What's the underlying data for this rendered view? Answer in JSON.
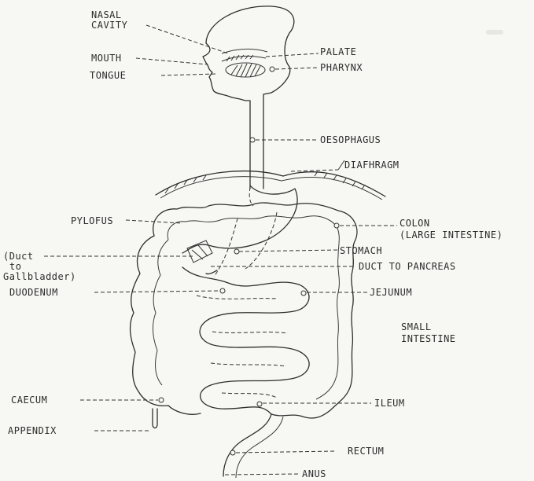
{
  "labels": {
    "nasal_cavity": [
      "NASAL",
      "CAVITY"
    ],
    "mouth": "MOUTH",
    "tongue": "TONGUE",
    "palate": "PALATE",
    "pharynx": "PHARYNX",
    "oesophagus": "OESOPHAGUS",
    "diaphragm": "DIAFHRAGM",
    "pylorus": "PYLOFUS",
    "colon": [
      "COLON",
      "(LARGE INTESTINE)"
    ],
    "stomach": "STOMACH",
    "duct_to_gallbladder": [
      "(Duct",
      "to",
      "Gallbladder)"
    ],
    "duct_to_pancreas": "DUCT TO PANCREAS",
    "duodenum": "DUODENUM",
    "jejunum": "JEJUNUM",
    "small_intestine": [
      "SMALL",
      "INTESTINE"
    ],
    "caecum": "CAECUM",
    "ileum": "ILEUM",
    "appendix": "APPENDIX",
    "rectum": "RECTUM",
    "anus": "ANUS"
  }
}
